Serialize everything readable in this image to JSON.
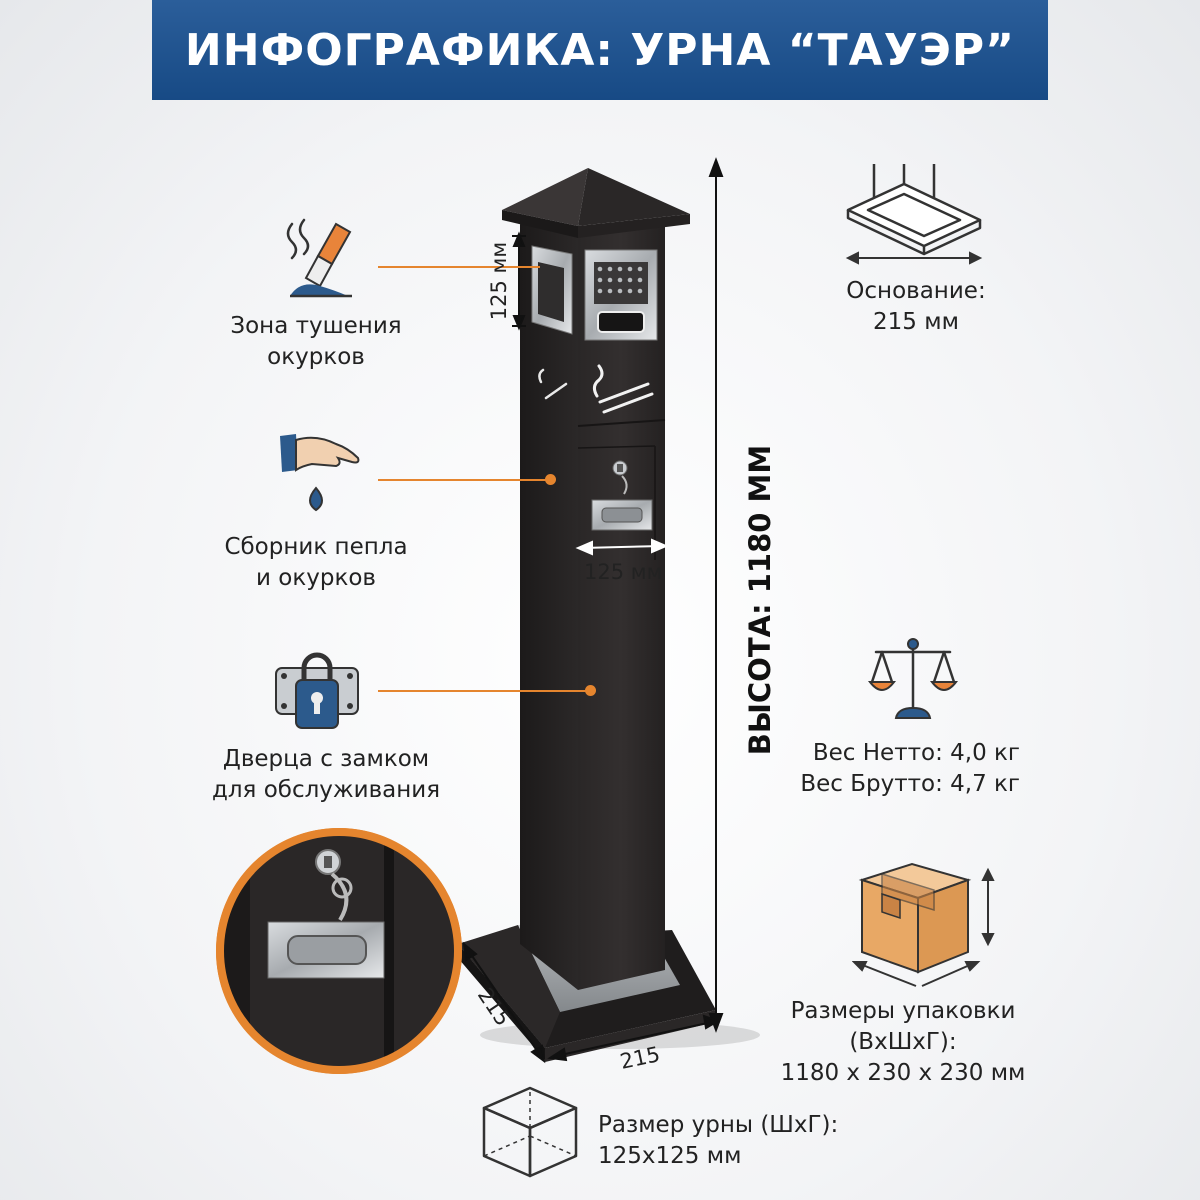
{
  "title": "ИНФОГРАФИКА: УРНА “ТАУЭР”",
  "features": {
    "extinguish": {
      "line1": "Зона тушения",
      "line2": "окурков",
      "icon": "cigarette-icon"
    },
    "ash": {
      "line1": "Сборник пепла",
      "line2": "и окурков",
      "icon": "hand-drop-icon"
    },
    "door": {
      "line1": "Дверца с замком",
      "line2": "для обслуживания",
      "icon": "lock-icon"
    }
  },
  "specs": {
    "base": {
      "line1": "Основание:",
      "line2": "215 мм",
      "icon": "base-icon"
    },
    "weight": {
      "line1": "Вес Нетто: 4,0 кг",
      "line2": "Вес Брутто: 4,7 кг",
      "icon": "scales-icon"
    },
    "package": {
      "line1": "Размеры упаковки",
      "line2": "(ВхШхГ):",
      "line3": "1180 х 230 х 230 мм",
      "icon": "box-icon"
    },
    "bin_size": {
      "line1": "Размер урны (ШхГ):",
      "line2": "125х125 мм",
      "icon": "cube-icon"
    }
  },
  "dimensions": {
    "height": "ВЫСОТА: 1180 ММ",
    "zone_height": "125 мм",
    "width": "125 мм",
    "base_side": "215",
    "base_front": "215"
  },
  "colors": {
    "banner": "#1f538f",
    "accent": "#e5852e",
    "icon_blue": "#2c5a8c",
    "urn_body": "#2a2727"
  }
}
